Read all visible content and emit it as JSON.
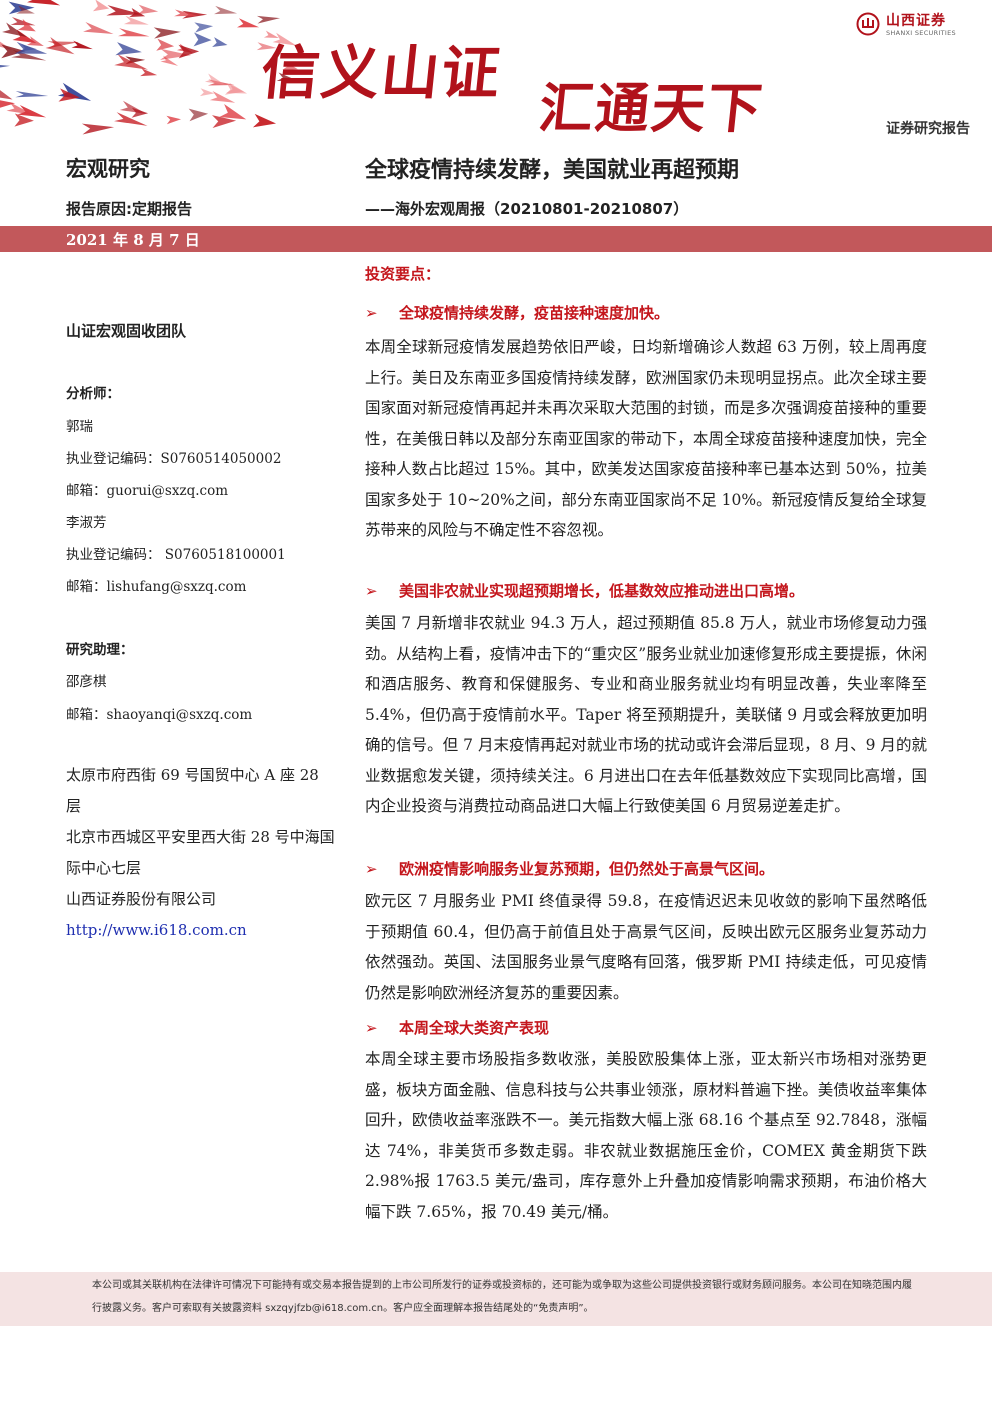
{
  "banner": {
    "slogan_part1": "信义山证",
    "slogan_part2": "汇通天下",
    "logo_name": "山西证券",
    "logo_en": "SHANXI SECURITIES",
    "report_type": "证券研究报告",
    "accent_color": "#b1121b"
  },
  "header": {
    "section": "宏观研究",
    "title": "全球疫情持续发酵，美国就业再超预期",
    "reason": "报告原因:定期报告",
    "subtitle": "——海外宏观周报（20210801-20210807）",
    "date": "2021 年 8 月 7 日",
    "date_bar_color": "#c2585b"
  },
  "left": {
    "team": "山证宏观固收团队",
    "analyst_label": "分析师：",
    "analysts": [
      {
        "name": "郭瑞",
        "reg": "执业登记编码：S0760514050002",
        "email": "邮箱：guorui@sxzq.com"
      },
      {
        "name": "李淑芳",
        "reg": "执业登记编码：  S0760518100001",
        "email": "邮箱：lishufang@sxzq.com"
      }
    ],
    "assistant_label": "研究助理：",
    "assistant": {
      "name": "邵彦棋",
      "email": "邮箱：shaoyanqi@sxzq.com"
    },
    "address_lines": [
      "太原市府西街 69 号国贸中心 A 座 28 层",
      "北京市西城区平安里西大街 28 号中海国际中心七层",
      "山西证券股份有限公司"
    ],
    "website": "http://www.i618.com.cn"
  },
  "main": {
    "key_title": "投资要点：",
    "arrow": "➢",
    "sections": [
      {
        "heading": "全球疫情持续发酵，疫苗接种速度加快。",
        "text": "本周全球新冠疫情发展趋势依旧严峻，日均新增确诊人数超 63 万例，较上周再度上行。美日及东南亚多国疫情持续发酵，欧洲国家仍未现明显拐点。此次全球主要国家面对新冠疫情再起并未再次采取大范围的封锁，而是多次强调疫苗接种的重要性，在美俄日韩以及部分东南亚国家的带动下，本周全球疫苗接种速度加快，完全接种人数占比超过 15%。其中，欧美发达国家疫苗接种率已基本达到 50%，拉美国家多处于 10~20%之间，部分东南亚国家尚不足 10%。新冠疫情反复给全球复苏带来的风险与不确定性不容忽视。"
      },
      {
        "heading": "美国非农就业实现超预期增长，低基数效应推动进出口高增。",
        "text": "美国 7 月新增非农就业 94.3 万人，超过预期值 85.8 万人，就业市场修复动力强劲。从结构上看，疫情冲击下的“重灾区”服务业就业加速修复形成主要提振，休闲和酒店服务、教育和保健服务、专业和商业服务就业均有明显改善，失业率降至 5.4%，但仍高于疫情前水平。Taper 将至预期提升，美联储 9 月或会释放更加明确的信号。但 7 月末疫情再起对就业市场的扰动或许会滞后显现，8 月、9 月的就业数据愈发关键，须持续关注。6 月进出口在去年低基数效应下实现同比高增，国内企业投资与消费拉动商品进口大幅上行致使美国 6 月贸易逆差走扩。"
      },
      {
        "heading": "欧洲疫情影响服务业复苏预期，但仍然处于高景气区间。",
        "text": "欧元区 7 月服务业 PMI 终值录得 59.8，在疫情迟迟未见收敛的影响下虽然略低于预期值 60.4，但仍高于前值且处于高景气区间，反映出欧元区服务业复苏动力依然强劲。英国、法国服务业景气度略有回落，俄罗斯 PMI 持续走低，可见疫情仍然是影响欧洲经济复苏的重要因素。"
      },
      {
        "heading": "本周全球大类资产表现",
        "text": "本周全球主要市场股指多数收涨，美股欧股集体上涨，亚太新兴市场相对涨势更盛，板块方面金融、信息科技与公共事业领涨，原材料普遍下挫。美债收益率集体回升，欧债收益率涨跌不一。美元指数大幅上涨 68.16 个基点至 92.7848，涨幅达 74%，非美货币多数走弱。非农就业数据施压金价，COMEX 黄金期货下跌 2.98%报 1763.5 美元/盎司，库存意外上升叠加疫情影响需求预期，布油价格大幅下跌 7.65%，报 70.49 美元/桶。"
      }
    ]
  },
  "footer": {
    "disclaimer": "本公司或其关联机构在法律许可情况下可能持有或交易本报告提到的上市公司所发行的证券或投资标的，还可能为或争取为这些公司提供投资银行或财务顾问服务。本公司在知晓范围内履行披露义务。客户可索取有关披露资料 sxzqyjfzb@i618.com.cn。客户应全面理解本报告结尾处的“免责声明”。",
    "band_color": "#f4e3e3"
  }
}
